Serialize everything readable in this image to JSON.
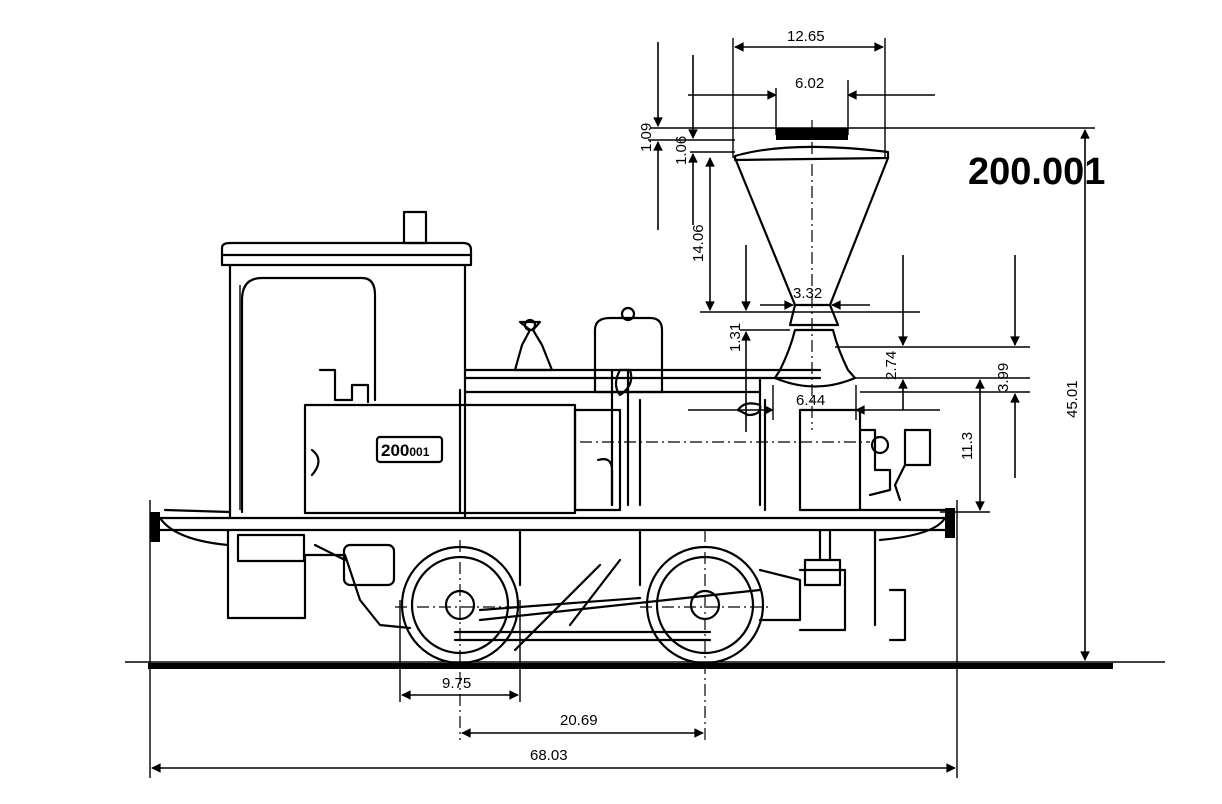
{
  "title": "200.001",
  "number_plate": {
    "main": "200",
    "suffix": "001"
  },
  "dimensions": {
    "chimney_top_width": "12.65",
    "chimney_cap_width": "6.02",
    "cap_height": "1.09",
    "rim_height": "1.06",
    "funnel_height": "14.06",
    "neck_width": "3.32",
    "neck_height": "1.31",
    "base_height": "2.74",
    "base_total": "3.99",
    "base_width": "6.44",
    "boiler_height": "11.3",
    "overall_height": "45.01",
    "wheel_diameter": "9.75",
    "wheelbase": "20.69",
    "overall_length": "68.03"
  }
}
